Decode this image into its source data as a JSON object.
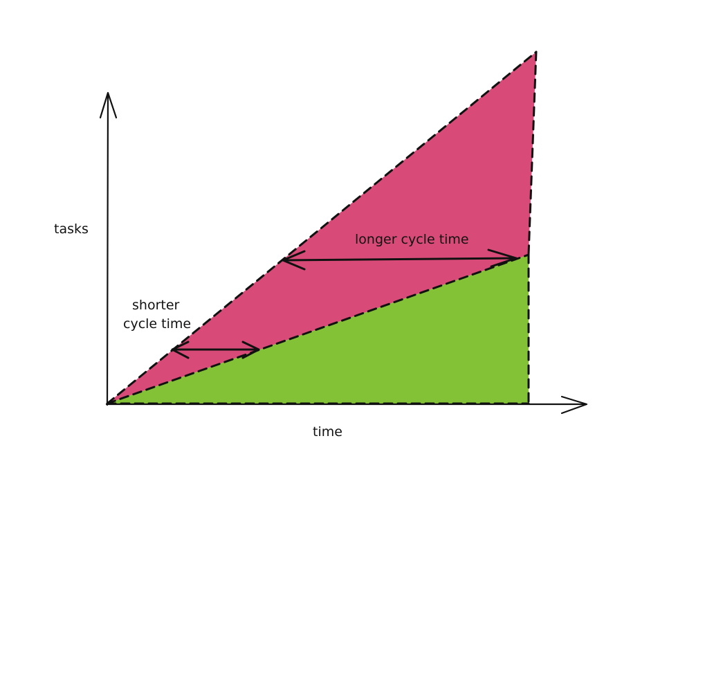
{
  "diagram": {
    "y_axis_label": "tasks",
    "x_axis_label": "time",
    "annotation_short": [
      "shorter",
      "cycle time"
    ],
    "annotation_long": "longer cycle time",
    "colors": {
      "upper_region": "#d84b78",
      "lower_region": "#83c136",
      "stroke": "#111111"
    }
  }
}
